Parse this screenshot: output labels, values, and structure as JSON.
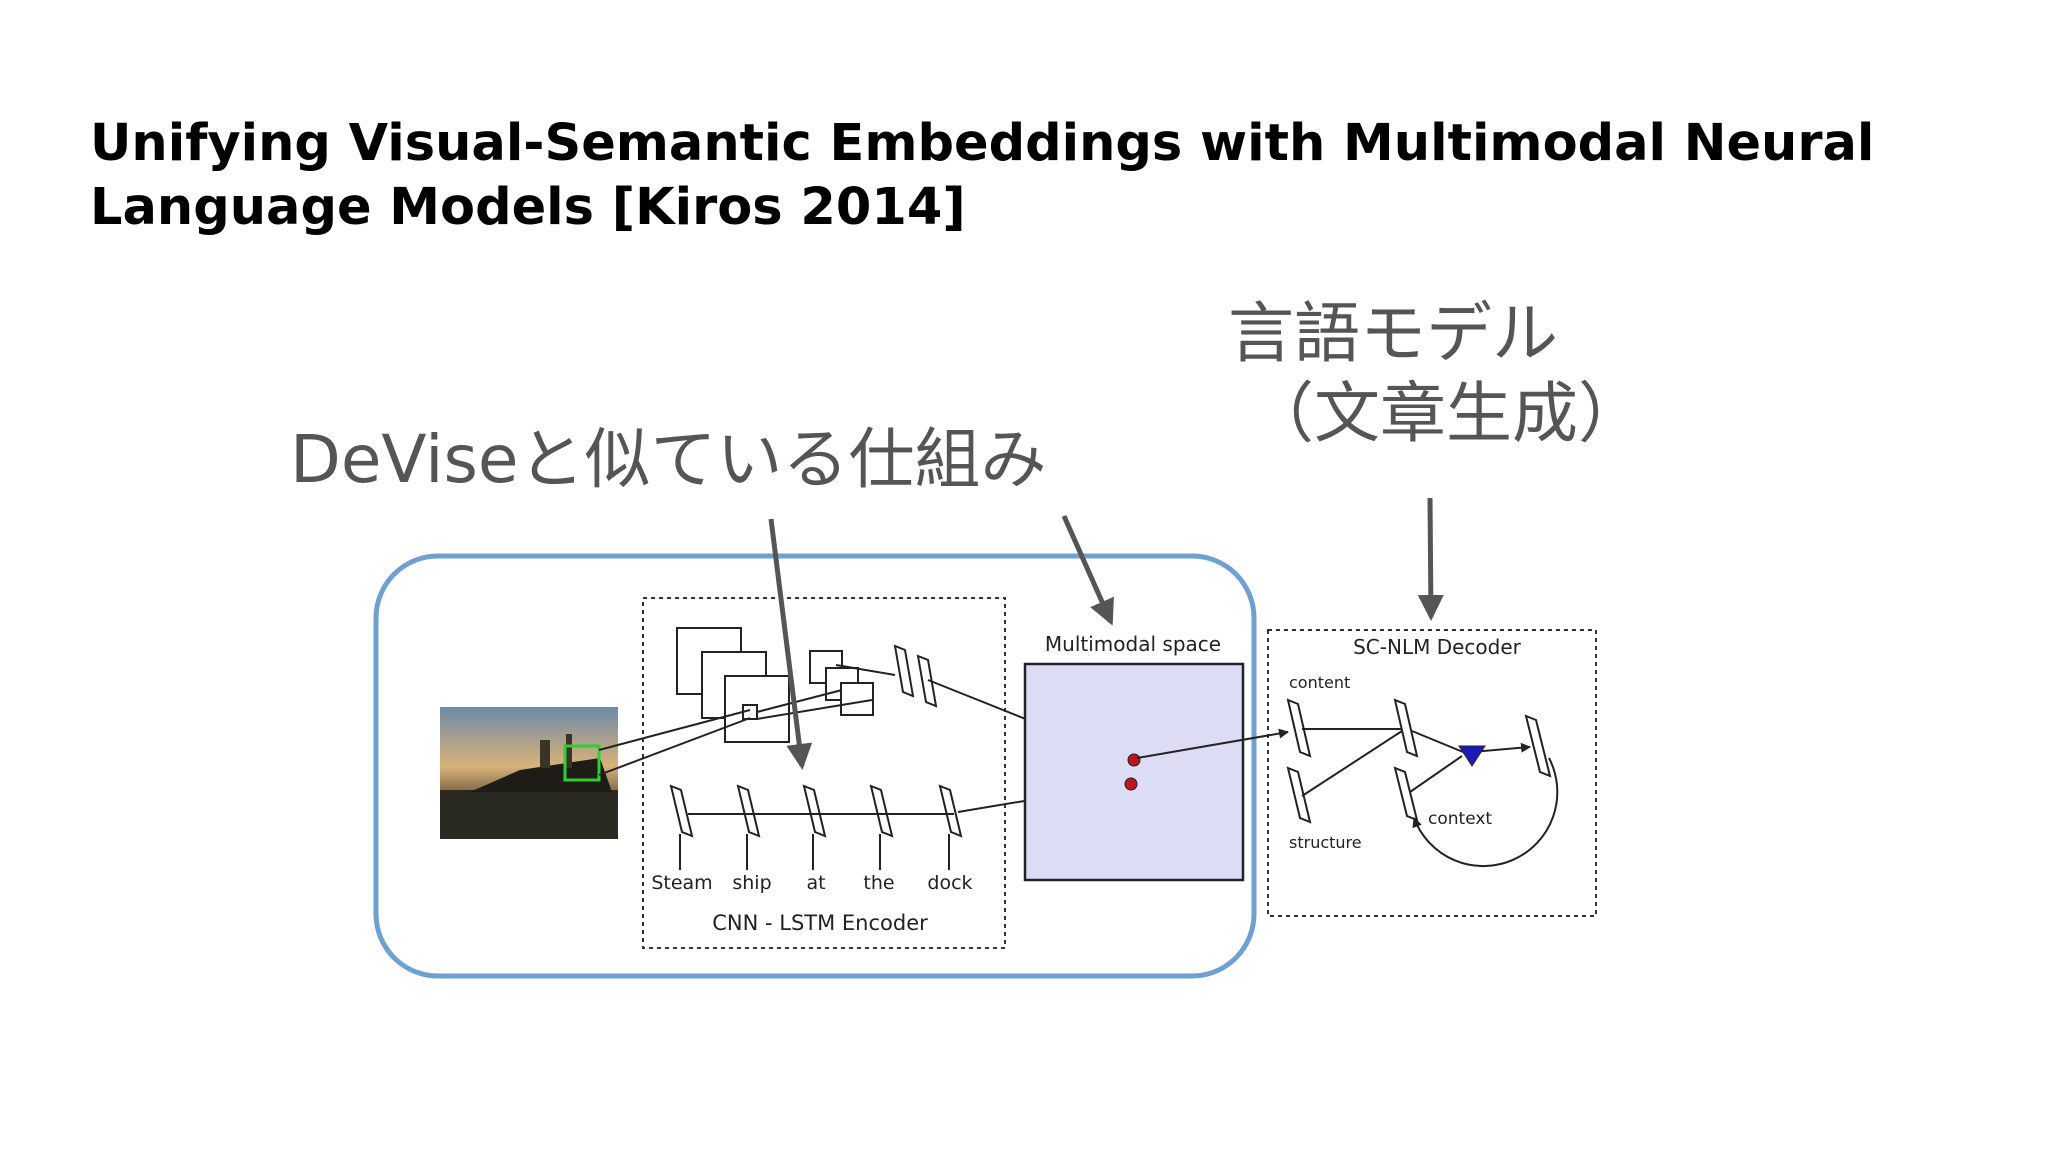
{
  "slide": {
    "title_line1": "Unifying Visual-Semantic Embeddings with Multimodal Neural",
    "title_line2": "Language Models [Kiros 2014]"
  },
  "callouts": {
    "devise": "DeViseと似ている仕組み",
    "language_model_line1": "言語モデル",
    "language_model_line2": "（文章生成）"
  },
  "diagram": {
    "multimodal_space_label": "Multimodal space",
    "encoder_label": "CNN - LSTM Encoder",
    "decoder_label": "SC-NLM Decoder",
    "words": [
      "Steam",
      "ship",
      "at",
      "the",
      "dock"
    ],
    "content_label": "content",
    "structure_label": "structure",
    "context_label": "context",
    "colors": {
      "highlight_box": "#6ea0d0",
      "multimodal_fill": "#dcdcf5",
      "embedding_point": "#c0141e",
      "triangle": "#1a1ab4",
      "detection_box": "#33cc33",
      "arrow": "#555555"
    }
  }
}
